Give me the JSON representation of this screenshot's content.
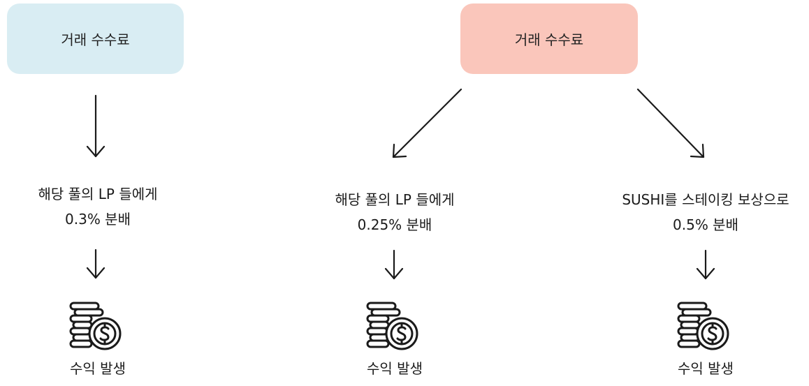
{
  "left_column": {
    "source": "거래 수수료",
    "distribution_line1": "해당 풀의 LP 들에게",
    "distribution_line2": "0.3% 분배",
    "result": "수익 발생"
  },
  "right_column": {
    "source": "거래 수수료",
    "branch_lp": {
      "line1": "해당 풀의 LP 들에게",
      "line2": "0.25% 분배",
      "result": "수익 발생"
    },
    "branch_sushi": {
      "line1": "SUSHI를 스테이킹 보상으로",
      "line2": "0.5% 분배",
      "result": "수익 발생"
    }
  },
  "colors": {
    "left_box": "#d9edf3",
    "right_box": "#fac6bb",
    "arrow": "#1a1a1a"
  },
  "icons": [
    "coins-dollar-icon",
    "coins-dollar-icon",
    "coins-dollar-icon"
  ]
}
